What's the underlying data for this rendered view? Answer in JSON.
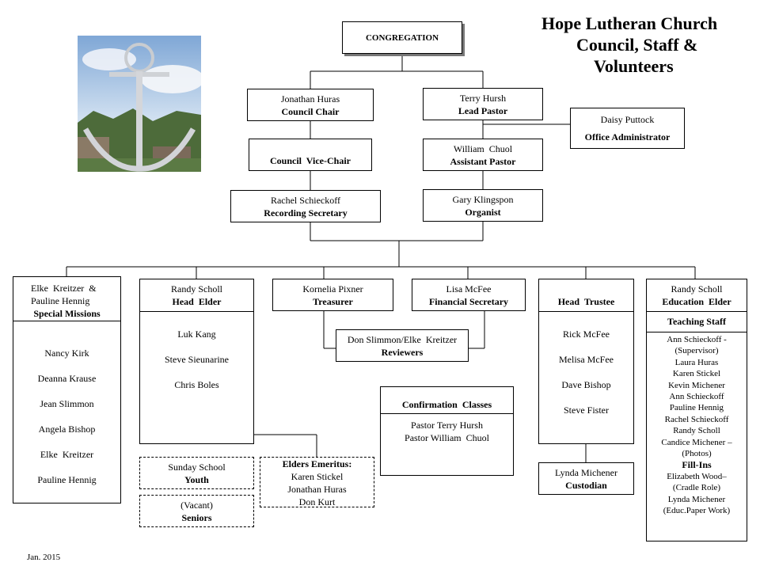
{
  "title": {
    "line1": "Hope Lutheran Church",
    "line2": "Council, Staff &",
    "line3": "Volunteers"
  },
  "congregation": "CONGREGATION",
  "council_chair": {
    "name": "Jonathan Huras",
    "role": "Council Chair"
  },
  "lead_pastor": {
    "name": "Terry Hursh",
    "role": "Lead Pastor"
  },
  "office_admin": {
    "name": "Daisy Puttock",
    "role": "Office Administrator"
  },
  "vice_chair": {
    "role": "Council  Vice-Chair"
  },
  "assistant_pastor": {
    "name": "William  Chuol",
    "role": "Assistant Pastor"
  },
  "recording_secretary": {
    "name": "Rachel Schieckoff",
    "role": "Recording Secretary"
  },
  "organist": {
    "name": "Gary Klingspon",
    "role": "Organist"
  },
  "special_missions": {
    "name1": "Elke  Kreitzer  &",
    "name2": "Pauline Hennig",
    "role": "Special Missions",
    "members": [
      "Nancy Kirk",
      "Deanna Krause",
      "Jean Slimmon",
      "Angela Bishop",
      "Elke  Kreitzer",
      "Pauline Hennig"
    ]
  },
  "head_elder": {
    "name": "Randy Scholl",
    "role": "Head  Elder",
    "members": [
      "Luk Kang",
      "Steve Sieunarine",
      "Chris Boles"
    ]
  },
  "treasurer": {
    "name": "Kornelia Pixner",
    "role": "Treasurer"
  },
  "financial_secretary": {
    "name": "Lisa McFee",
    "role": "Financial Secretary"
  },
  "reviewers": {
    "name": "Don Slimmon/Elke  Kreitzer",
    "role": "Reviewers"
  },
  "head_trustee": {
    "role": "Head  Trustee",
    "members": [
      "Rick McFee",
      "Melisa McFee",
      "Dave Bishop",
      "Steve Fister"
    ]
  },
  "custodian": {
    "name": "Lynda Michener",
    "role": "Custodian"
  },
  "education_elder": {
    "name": "Randy Scholl",
    "role": "Education  Elder"
  },
  "teaching_staff": {
    "heading": "Teaching Staff",
    "lines": [
      "Ann Schieckoff -",
      "(Supervisor)",
      "Laura Huras",
      "Karen Stickel",
      "Kevin Michener",
      "Ann Schieckoff",
      "Pauline Hennig",
      "Rachel Schieckoff",
      "Randy Scholl",
      "Candice Michener –",
      "(Photos)"
    ],
    "fillins_heading": "Fill-Ins",
    "fillins": [
      "Elizabeth Wood–",
      "(Cradle Role)",
      "Lynda Michener",
      "(Educ.Paper Work)"
    ]
  },
  "confirmation": {
    "heading": "Confirmation  Classes",
    "members": [
      "Pastor Terry Hursh",
      "Pastor William  Chuol"
    ]
  },
  "sunday_school": {
    "name": "Sunday School",
    "role": "Youth"
  },
  "seniors": {
    "name": "(Vacant)",
    "role": "Seniors"
  },
  "elders_emeritus": {
    "heading": "Elders Emeritus:",
    "members": [
      "Karen Stickel",
      "Jonathan Huras",
      "Don Kurt"
    ]
  },
  "footer": "Jan. 2015"
}
